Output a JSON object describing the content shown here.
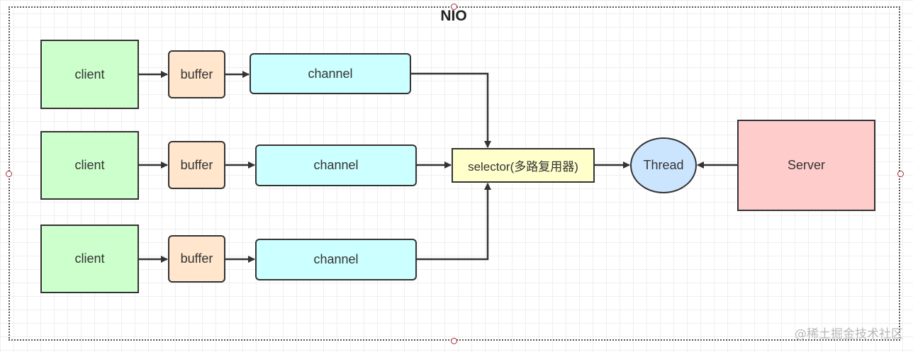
{
  "diagram": {
    "title": "NIO",
    "clients": [
      {
        "label": "client"
      },
      {
        "label": "client"
      },
      {
        "label": "client"
      }
    ],
    "buffers": [
      {
        "label": "buffer"
      },
      {
        "label": "buffer"
      },
      {
        "label": "buffer"
      }
    ],
    "channels": [
      {
        "label": "channel"
      },
      {
        "label": "channel"
      },
      {
        "label": "channel"
      }
    ],
    "selector": {
      "label": "selector(多路复用器)"
    },
    "thread": {
      "label": "Thread"
    },
    "server": {
      "label": "Server"
    },
    "watermark": "@稀土掘金技术社区",
    "colors": {
      "client": "#ccffcc",
      "buffer": "#ffe6cc",
      "channel": "#ccffff",
      "selector": "#ffffcc",
      "thread": "#cce5ff",
      "server": "#ffcccc",
      "stroke": "#333333"
    }
  }
}
